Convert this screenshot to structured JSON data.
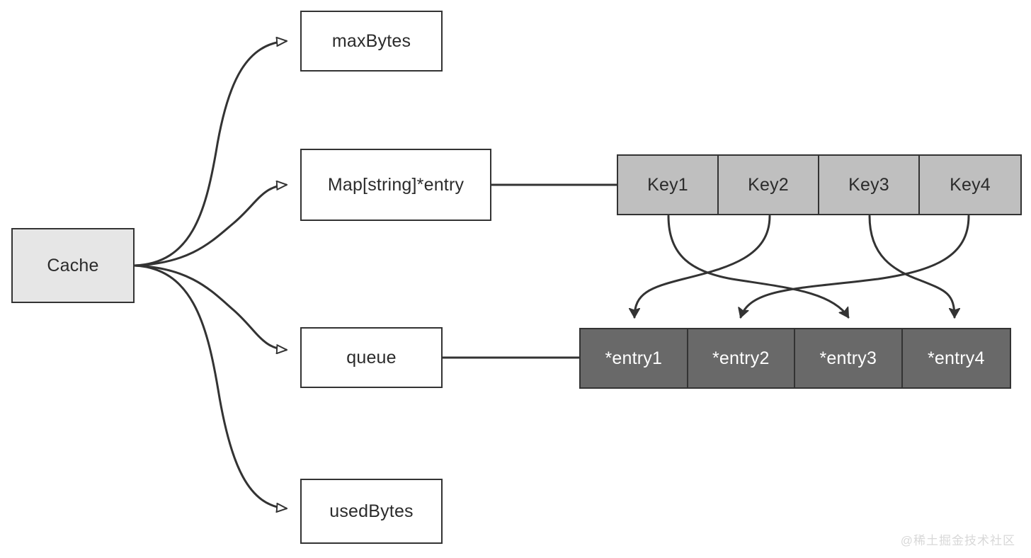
{
  "diagram": {
    "title": "Cache struct field diagram",
    "root": {
      "label": "Cache",
      "fill": "#e6e6e6",
      "stroke": "#333333"
    },
    "fields": [
      {
        "label": "maxBytes"
      },
      {
        "label": "Map[string]*entry"
      },
      {
        "label": "queue"
      },
      {
        "label": "usedBytes"
      }
    ],
    "key_row": {
      "name": "map-keys",
      "fill": "#bfbfbf",
      "text_color": "#2b2b2b",
      "cells": [
        "Key1",
        "Key2",
        "Key3",
        "Key4"
      ]
    },
    "entry_row": {
      "name": "queue-entries",
      "fill": "#696969",
      "text_color": "#ffffff",
      "cells": [
        "*entry1",
        "*entry2",
        "*entry3",
        "*entry4"
      ]
    },
    "edges": [
      {
        "from": "Cache",
        "to": "maxBytes",
        "arrow": "open-triangle"
      },
      {
        "from": "Cache",
        "to": "Map[string]*entry",
        "arrow": "open-triangle"
      },
      {
        "from": "Cache",
        "to": "queue",
        "arrow": "open-triangle"
      },
      {
        "from": "Cache",
        "to": "usedBytes",
        "arrow": "open-triangle"
      },
      {
        "from": "Map[string]*entry",
        "to": "Key1",
        "arrow": "none"
      },
      {
        "from": "queue",
        "to": "*entry1",
        "arrow": "none"
      },
      {
        "from": "Key1",
        "to": "*entry3",
        "arrow": "filled-triangle"
      },
      {
        "from": "Key2",
        "to": "*entry1",
        "arrow": "filled-triangle"
      },
      {
        "from": "Key3",
        "to": "*entry4",
        "arrow": "filled-triangle"
      },
      {
        "from": "Key4",
        "to": "*entry2",
        "arrow": "filled-triangle"
      }
    ]
  },
  "watermark": {
    "text": "@稀土掘金技术社区"
  }
}
